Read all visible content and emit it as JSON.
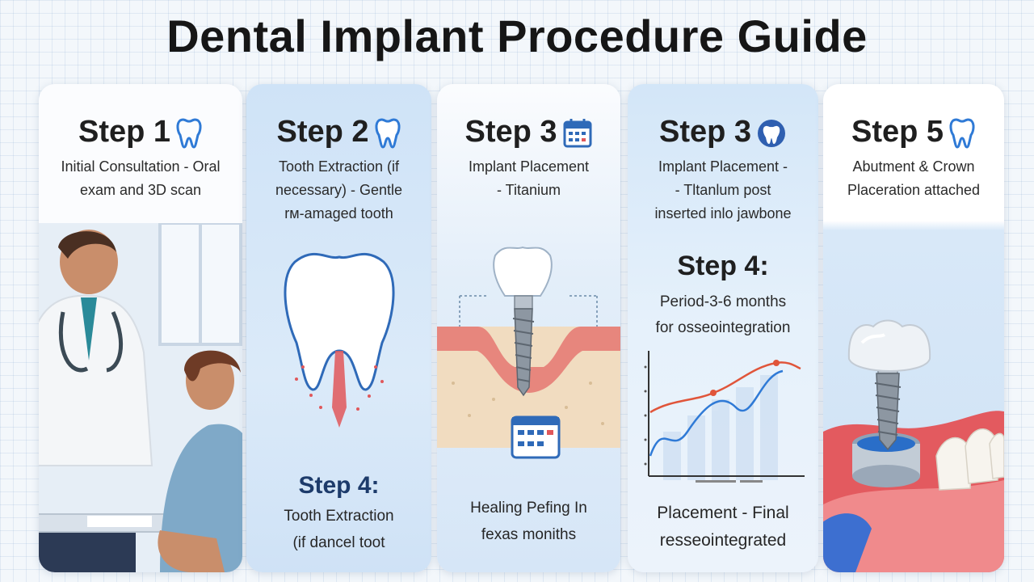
{
  "title": "Dental Implant Procedure Guide",
  "panels": [
    {
      "step": "Step 1",
      "icon": "tooth-icon",
      "desc": [
        "Initial Consultation - Oral",
        "exam and 3D scan"
      ]
    },
    {
      "step": "Step 2",
      "icon": "tooth-icon",
      "desc": [
        "Tooth Extraction (if",
        "necessary) - Gentle",
        "rм-amaged tooth"
      ],
      "sub_step": "Step 4:",
      "lower": [
        "Tooth Extraction",
        "(if dancel toot"
      ]
    },
    {
      "step": "Step 3",
      "icon": "calendar-icon",
      "desc": [
        "Implant Placement",
        "- Titanium"
      ],
      "lower": [
        "Healing Pefing In",
        "fexas moniths"
      ]
    },
    {
      "step": "Step 3",
      "icon": "tooth-badge-icon",
      "desc": [
        "Implant Placement -",
        "- Tltanlum post",
        "inserted inlo jawbone"
      ],
      "sub_step": "Step 4:",
      "sub_desc": [
        "Period-3-6 months",
        "for osseointegration"
      ],
      "lower": [
        "Placement - Final",
        "resseointegrated"
      ]
    },
    {
      "step": "Step 5",
      "icon": "tooth-icon",
      "desc": [
        "Abutment & Crown",
        "Placeration attached"
      ]
    }
  ],
  "colors": {
    "accent_blue": "#2f7ad6",
    "line_red": "#e0553a",
    "gum_red": "#e0575a",
    "navy_text": "#1d3b6b"
  }
}
